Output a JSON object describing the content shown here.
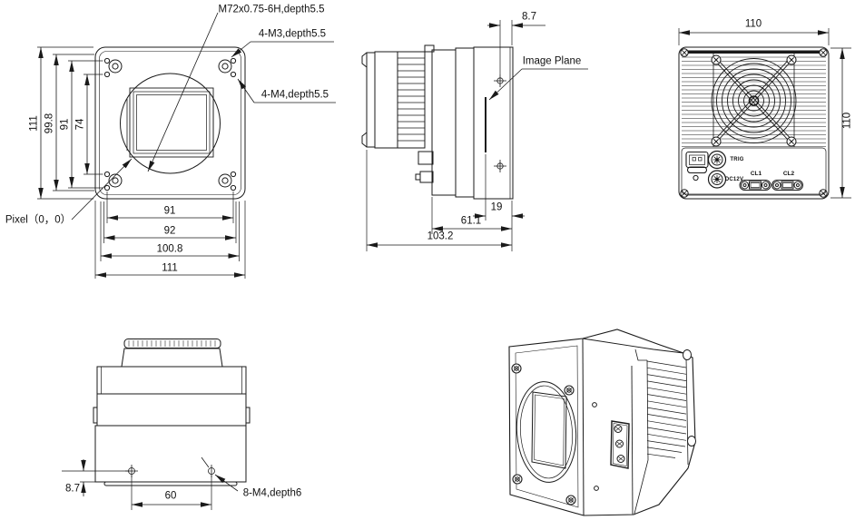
{
  "drawing_title": "industrial camera dimensional drawing",
  "colors": {
    "line": "#1a1a1a",
    "background": "#ffffff"
  },
  "front_view": {
    "thread_label": "M72x0.75-6H,depth5.5",
    "m3_label": "4-M3,depth5.5",
    "m4_label": "4-M4,depth5.5",
    "pixel_origin_label": "Pixel（0，0）",
    "dim_height_outer": "111",
    "dim_height_mid": "99.8",
    "dim_holes_vertical": "91",
    "dim_holes_inner_vertical": "74",
    "dim_holes_horizontal": "91",
    "dim_92": "92",
    "dim_100_8": "100.8",
    "dim_width_outer": "111"
  },
  "side_view": {
    "dim_8_7": "8.7",
    "image_plane_label": "Image Plane",
    "dim_19": "19",
    "dim_61_1": "61.1",
    "dim_103_2": "103.2"
  },
  "rear_view": {
    "dim_width": "110",
    "dim_height": "110",
    "trig_label": "TRIG",
    "dc12v_label": "DC12V",
    "cl1_label": "CL1",
    "cl2_label": "CL2"
  },
  "bottom_view": {
    "dim_8_7": "8.7",
    "dim_60": "60",
    "m4_label": "8-M4,depth6"
  }
}
